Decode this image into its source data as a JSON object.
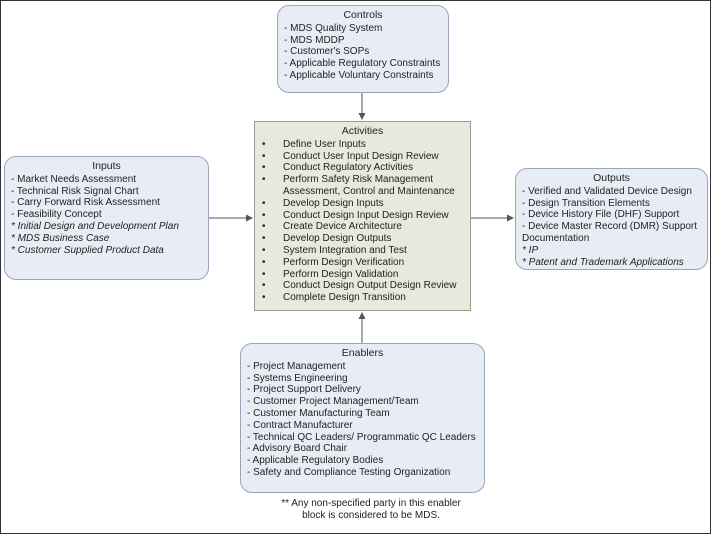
{
  "controls": {
    "title": "Controls",
    "items": [
      "- MDS Quality System",
      "- MDS MDDP",
      "- Customer's SOPs",
      "- Applicable Regulatory Constraints",
      "- Applicable Voluntary Constraints"
    ]
  },
  "activities": {
    "title": "Activities",
    "bullet": "•",
    "items": [
      "Define User Inputs",
      "Conduct User Input Design Review",
      "Conduct Regulatory Activities",
      "Perform Safety Risk Management Assessment, Control and Maintenance",
      "Develop Design Inputs",
      "Conduct Design Input Design Review",
      "Create Device Architecture",
      "Develop Design Outputs",
      "System Integration and Test",
      "Perform Design Verification",
      "Perform Design Validation",
      "Conduct Design Output Design Review",
      "Complete Design Transition"
    ]
  },
  "inputs": {
    "title": "Inputs",
    "items": [
      "- Market Needs Assessment",
      "- Technical Risk Signal Chart",
      "- Carry Forward Risk Assessment",
      "- Feasibility Concept"
    ],
    "italic_items": [
      "* Initial Design and Development Plan",
      "* MDS Business Case",
      "* Customer Supplied Product Data"
    ]
  },
  "outputs": {
    "title": "Outputs",
    "items": [
      "- Verified and Validated Device Design",
      "- Design Transition Elements",
      "- Device History File (DHF) Support",
      "- Device Master Record (DMR) Support Documentation"
    ],
    "italic_items": [
      "* IP",
      "* Patent and Trademark Applications"
    ]
  },
  "enablers": {
    "title": "Enablers",
    "items": [
      "- Project Management",
      "- Systems Engineering",
      "- Project Support Delivery",
      "- Customer Project Management/Team",
      "- Customer Manufacturing Team",
      "- Contract Manufacturer",
      "- Technical QC Leaders/ Programmatic QC Leaders",
      "- Advisory Board Chair",
      "- Applicable Regulatory Bodies",
      "- Safety and Compliance Testing Organization"
    ]
  },
  "footnote": {
    "line1": "** Any non-specified party in this enabler",
    "line2": "block is considered to be MDS."
  }
}
